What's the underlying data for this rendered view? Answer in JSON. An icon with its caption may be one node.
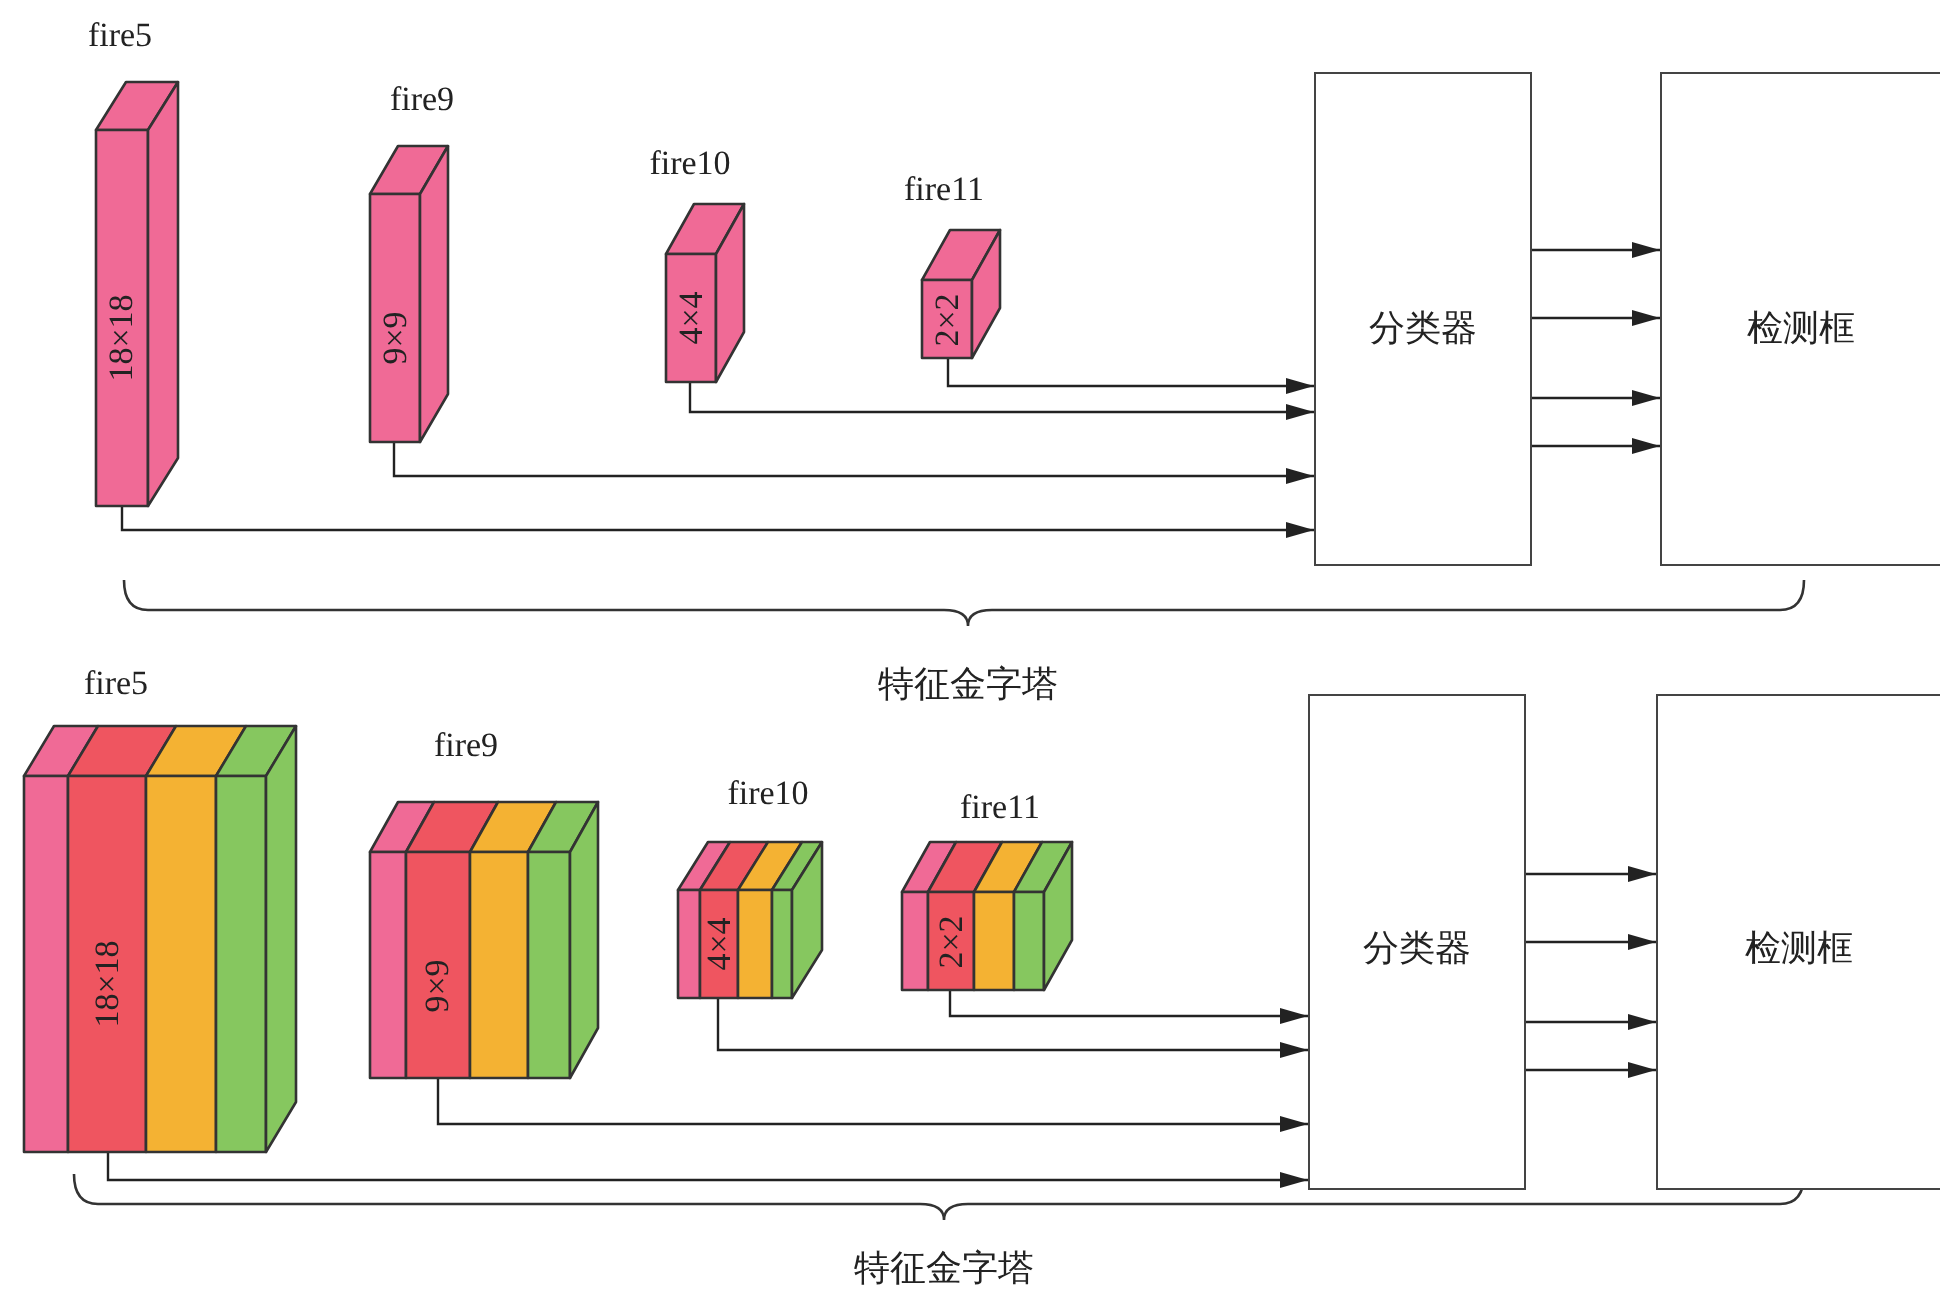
{
  "diagram": {
    "nodes": [
      {
        "text": [
          "fire5",
          "18×18"
        ]
      },
      {
        "text": [
          "fire9",
          "9×9"
        ]
      },
      {
        "text": [
          "fire10",
          "4×4"
        ]
      },
      {
        "text": [
          "fire11",
          "2×2"
        ]
      },
      {
        "text": [
          "分类器"
        ]
      },
      {
        "text": [
          "检测框"
        ]
      },
      {
        "text": [
          "fire5",
          "18×18"
        ]
      },
      {
        "text": [
          "fire9",
          "9×9"
        ]
      },
      {
        "text": [
          "fire10",
          "4×4"
        ]
      },
      {
        "text": [
          "fire11",
          "2×2"
        ]
      },
      {
        "text": [
          "分类器"
        ]
      },
      {
        "text": [
          "检测框"
        ]
      }
    ],
    "edges": [
      {
        "from": 0,
        "to": 4,
        "arrow": "to"
      },
      {
        "from": 1,
        "to": 4,
        "arrow": "to"
      },
      {
        "from": 2,
        "to": 4,
        "arrow": "to"
      },
      {
        "from": 3,
        "to": 4,
        "arrow": "to"
      },
      {
        "from": 4,
        "to": 5,
        "arrow": "to"
      },
      {
        "from": 4,
        "to": 5,
        "arrow": "to"
      },
      {
        "from": 4,
        "to": 5,
        "arrow": "to"
      },
      {
        "from": 4,
        "to": 5,
        "arrow": "to"
      },
      {
        "from": 6,
        "to": 10,
        "arrow": "to"
      },
      {
        "from": 7,
        "to": 10,
        "arrow": "to"
      },
      {
        "from": 8,
        "to": 10,
        "arrow": "to"
      },
      {
        "from": 9,
        "to": 10,
        "arrow": "to"
      },
      {
        "from": 10,
        "to": 11,
        "arrow": "to"
      },
      {
        "from": 10,
        "to": 11,
        "arrow": "to"
      },
      {
        "from": 10,
        "to": 11,
        "arrow": "to"
      },
      {
        "from": 10,
        "to": 11,
        "arrow": "to"
      }
    ],
    "labels": [
      "特征金字塔",
      "特征金字塔"
    ]
  }
}
